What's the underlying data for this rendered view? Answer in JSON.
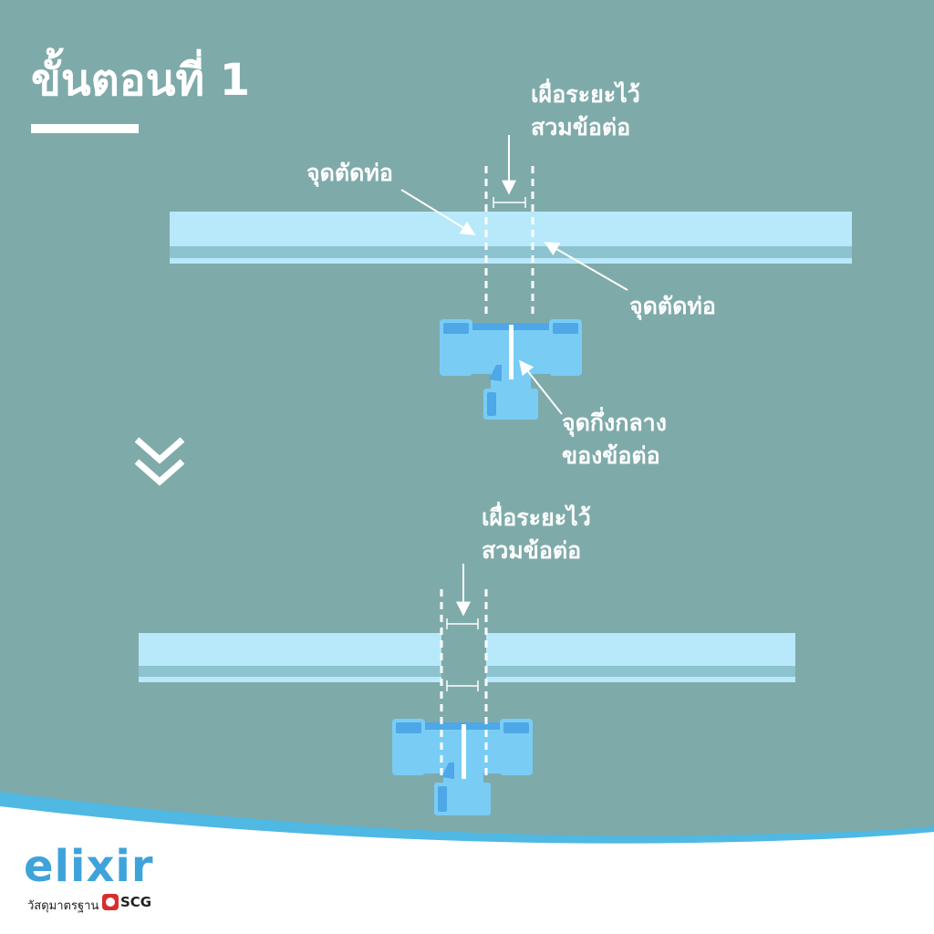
{
  "title": "ขั้นตอนที่ 1",
  "labels": {
    "allowance_top": [
      "เผื่อระยะไว้",
      "สวมข้อต่อ"
    ],
    "cut_point_left": "จุดตัดท่อ",
    "cut_point_right": "จุดตัดท่อ",
    "fitting_center": [
      "จุดกึ่งกลาง",
      "ของข้อต่อ"
    ],
    "allowance_bottom": [
      "เผื่อระยะไว้",
      "สวมข้อต่อ"
    ]
  },
  "logo": {
    "brand": "elixir",
    "tagline": "วัสดุมาตรฐาน",
    "company": "SCG"
  },
  "colors": {
    "background": "#7faaaa",
    "pipe_light": "#b8e9fb",
    "pipe_stripe": "#8cc3cf",
    "fitting": "#79cdf5",
    "fitting_dark": "#4ea7e6",
    "white": "#ffffff",
    "brand_blue": "#3fa3db",
    "scg_red": "#d62f2f"
  }
}
